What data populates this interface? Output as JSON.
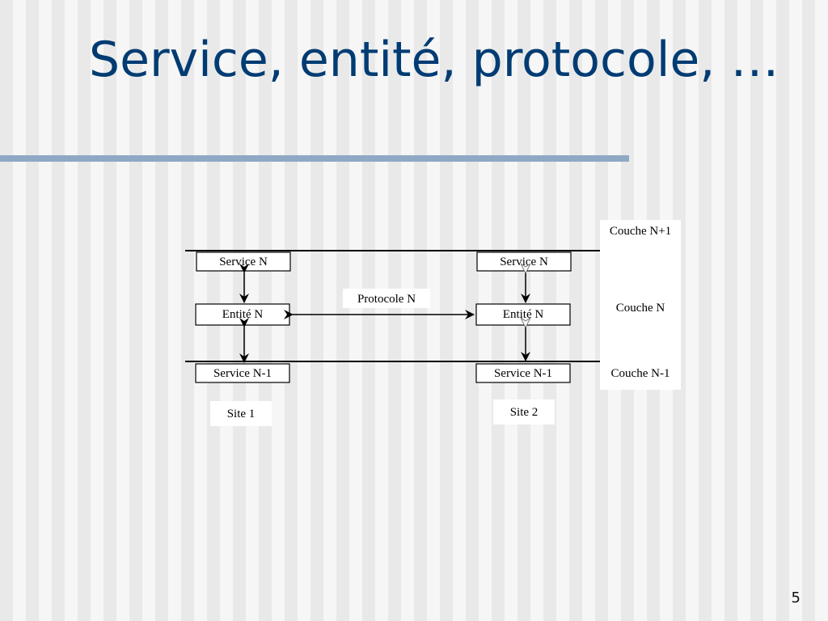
{
  "slide": {
    "title": "Service, entité, protocole, …",
    "page_number": "5"
  },
  "diagram": {
    "site1": {
      "service_n": "Service N",
      "entite_n": "Entité N",
      "service_n_1": "Service N-1",
      "label": "Site 1"
    },
    "site2": {
      "service_n": "Service N",
      "entite_n": "Entité N",
      "service_n_1": "Service N-1",
      "label": "Site 2"
    },
    "protocol_label": "Protocole N",
    "layers": {
      "upper": "Couche N+1",
      "middle": "Couche N",
      "lower": "Couche N-1"
    }
  },
  "colors": {
    "title": "#003c73",
    "rule": "#8fa9c4"
  }
}
